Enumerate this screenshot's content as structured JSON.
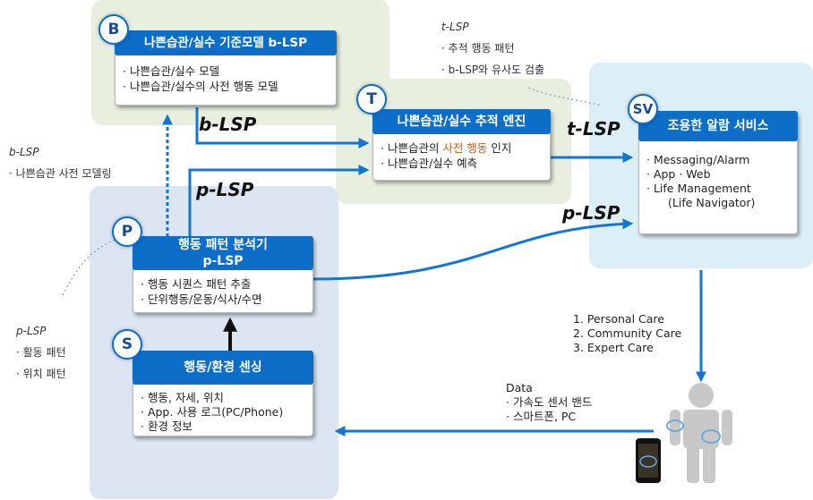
{
  "colors": {
    "accent": "#0d6ec8",
    "green_region": "#e8efdf",
    "blue_region": "#dbe6f2",
    "sv_region": "#dceef6"
  },
  "b_box": {
    "badge": "B",
    "title": "나쁜습관/실수 기준모델 b-LSP",
    "items": [
      "· 나쁜습관/실수 모델",
      "· 나쁜습관/실수의 사전 행동 모델"
    ]
  },
  "t_box": {
    "badge": "T",
    "title": "나쁜습관/실수 추적 엔진",
    "item1_pre": "· 나쁜습관의 ",
    "item1_hl": "사전 행동",
    "item1_post": " 인지",
    "item2": "· 나쁜습관/실수 예측"
  },
  "sv_box": {
    "badge": "SV",
    "title": "조용한 알람 서비스",
    "items": [
      "· Messaging/Alarm",
      "· App · Web",
      "· Life Management",
      "(Life Navigator)"
    ]
  },
  "p_box": {
    "badge": "P",
    "title1": "행동 패턴 분석기",
    "title2": "p-LSP",
    "items": [
      "· 행동 시퀀스 패턴 추출",
      "· 단위행동/운동/식사/수면"
    ]
  },
  "s_box": {
    "badge": "S",
    "title": "행동/환경 센싱",
    "items": [
      "· 행동, 자세, 위치",
      "· App. 사용 로그(PC/Phone)",
      "· 환경 정보"
    ]
  },
  "labels": {
    "b_lsp": "b-LSP",
    "p_lsp_top": "p-LSP",
    "t_lsp": "t-LSP",
    "p_lsp_right": "p-LSP"
  },
  "notes": {
    "t_lsp": {
      "title": "t-LSP",
      "items": [
        "· 추적 행동 패턴",
        "· b-LSP와 유사도 검출"
      ]
    },
    "b_lsp": {
      "title": "b-LSP",
      "items": [
        "· 나쁜습관 사전 모델링"
      ]
    },
    "p_lsp": {
      "title": "p-LSP",
      "items": [
        "· 활동 패턴",
        "· 위치 패턴"
      ]
    }
  },
  "care": [
    "1. Personal Care",
    "2. Community Care",
    "3. Expert Care"
  ],
  "data_note": {
    "title": "Data",
    "items": [
      "· 가속도 센서 밴드",
      "· 스마트폰, PC"
    ]
  }
}
